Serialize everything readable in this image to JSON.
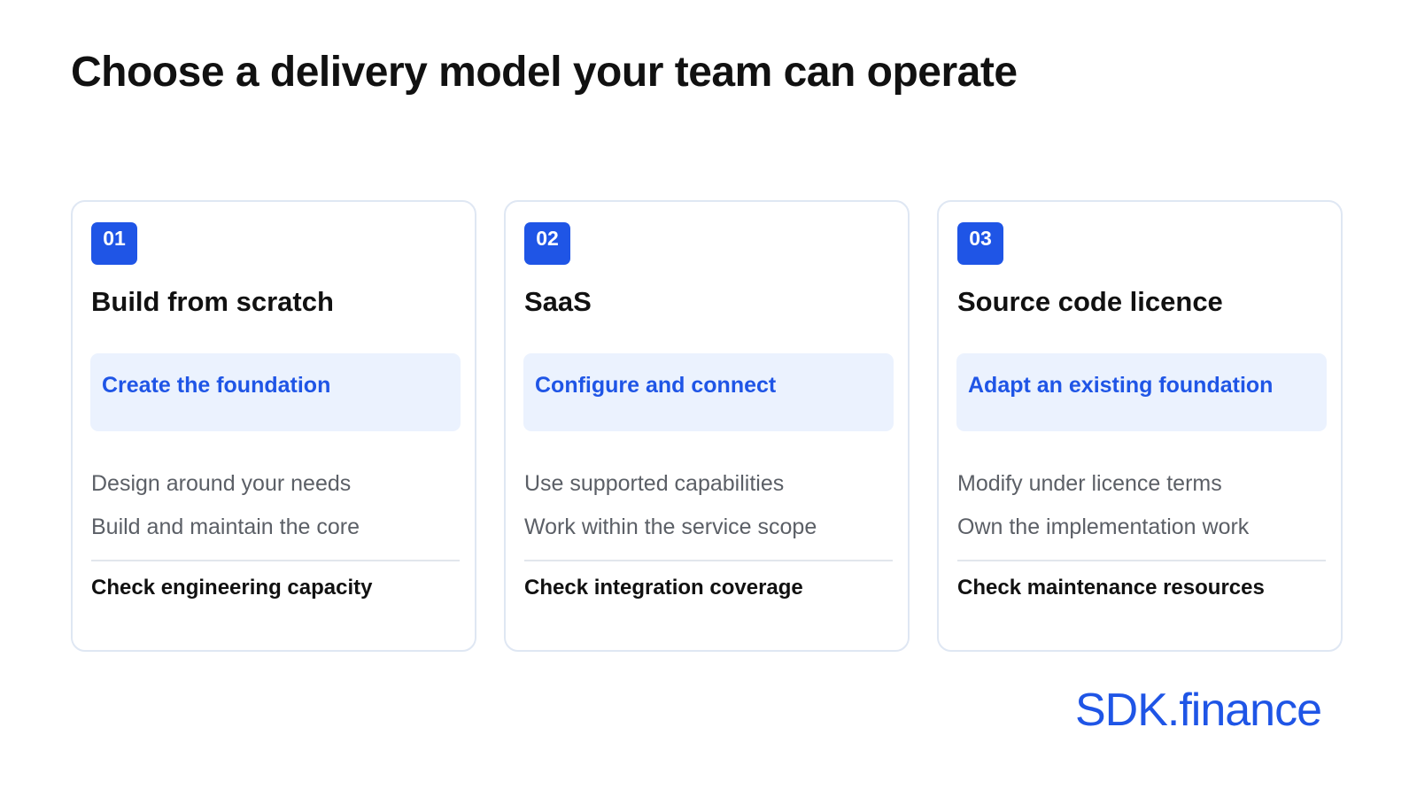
{
  "slide": {
    "title": "Choose a delivery model your team can operate"
  },
  "cards": [
    {
      "number": "01",
      "title": "Build from scratch",
      "highlight": "Create the foundation",
      "points": [
        "Design around your needs",
        "Build and maintain the core"
      ],
      "check": "Check engineering capacity"
    },
    {
      "number": "02",
      "title": "SaaS",
      "highlight": "Configure and connect",
      "points": [
        "Use supported capabilities",
        "Work within the service scope"
      ],
      "check": "Check integration coverage"
    },
    {
      "number": "03",
      "title": "Source code licence",
      "highlight": "Adapt an existing foundation",
      "points": [
        "Modify under licence terms",
        "Own the implementation work"
      ],
      "check": "Check maintenance resources"
    }
  ],
  "brand": {
    "logo_text": "SDK.finance",
    "accent_color": "#1f55e6"
  }
}
